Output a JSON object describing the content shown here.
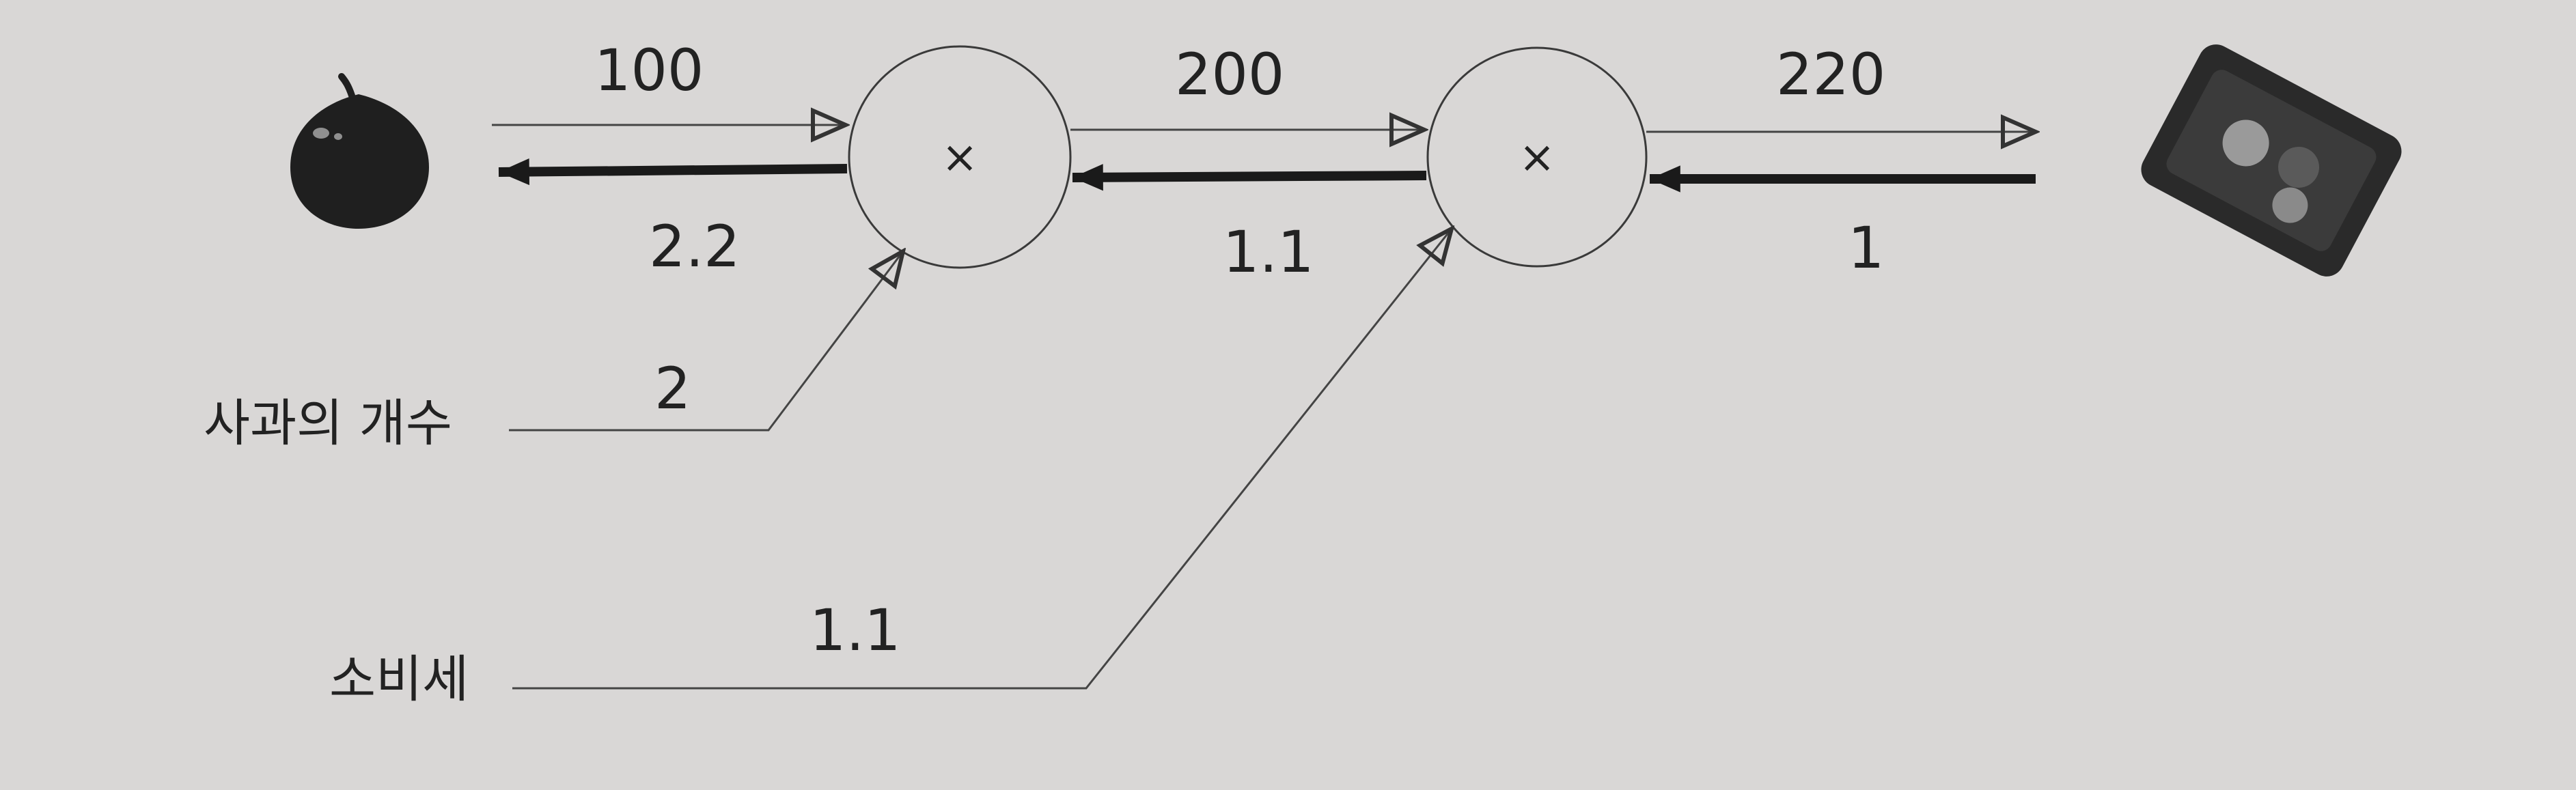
{
  "nodes": {
    "mul1": {
      "op": "×"
    },
    "mul2": {
      "op": "×"
    }
  },
  "inputs": {
    "apple_count": {
      "label": "사과의 개수",
      "value": "2"
    },
    "tax": {
      "label": "소비세",
      "value": "1.1"
    }
  },
  "forward": {
    "apple_price": "100",
    "mul1_out": "200",
    "mul2_out": "220"
  },
  "backward": {
    "apple_grad": "2.2",
    "mul1_grad": "1.1",
    "out_grad": "1"
  },
  "icons": {
    "apple": "apple-icon",
    "wallet": "wallet-icon"
  },
  "colors": {
    "background": "#d9d7d6",
    "ink": "#222222",
    "apple": "#1f1f1f",
    "wallet": "#2a2a2a"
  }
}
